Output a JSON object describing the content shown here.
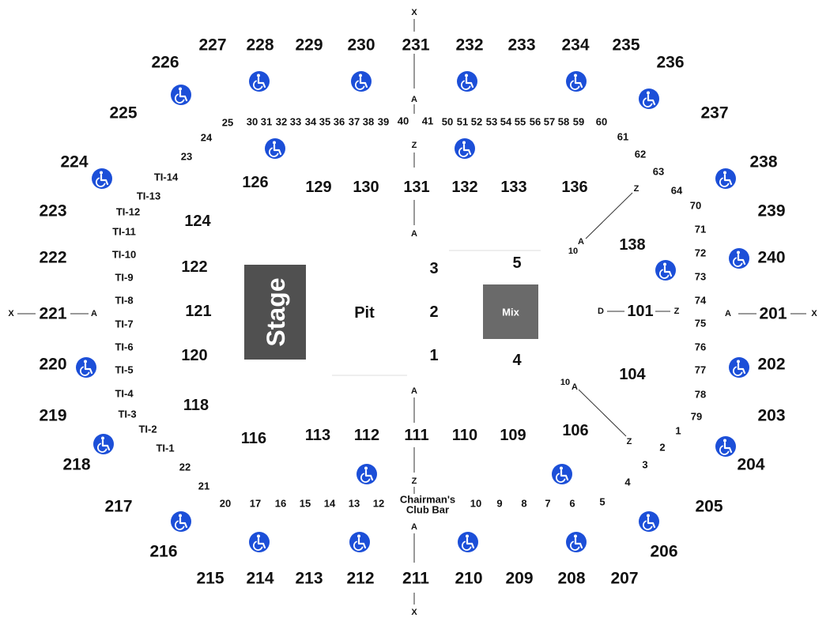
{
  "map": {
    "colors": {
      "stage": "#505050",
      "mix": "#6a6a6a",
      "accessible": "#1c4fd8",
      "text": "#111111"
    },
    "stage": "Stage",
    "pit": "Pit",
    "mix": "Mix",
    "club_bar": [
      "Chairman's",
      "Club Bar"
    ],
    "marker_x": "X",
    "marker_a": "A",
    "marker_z": "Z",
    "marker_d": "D",
    "marker_10": "10",
    "wheelchair_icon": "accessible-seating-icon",
    "upper_sections": [
      "201",
      "202",
      "203",
      "204",
      "205",
      "206",
      "207",
      "208",
      "209",
      "210",
      "211",
      "212",
      "213",
      "214",
      "215",
      "216",
      "217",
      "218",
      "219",
      "220",
      "221",
      "222",
      "223",
      "224",
      "225",
      "226",
      "227",
      "228",
      "229",
      "230",
      "231",
      "232",
      "233",
      "234",
      "235",
      "236",
      "237",
      "238",
      "239",
      "240"
    ],
    "lower_sections": [
      "101",
      "104",
      "106",
      "109",
      "110",
      "111",
      "112",
      "113",
      "116",
      "118",
      "120",
      "121",
      "122",
      "124",
      "126",
      "129",
      "130",
      "131",
      "132",
      "133",
      "136",
      "138"
    ],
    "floor_sections": [
      "1",
      "2",
      "3",
      "4",
      "5"
    ],
    "tiers": [
      "TI-1",
      "TI-2",
      "TI-3",
      "TI-4",
      "TI-5",
      "TI-6",
      "TI-7",
      "TI-8",
      "TI-9",
      "TI-10",
      "TI-11",
      "TI-12",
      "TI-13",
      "TI-14"
    ],
    "rows_top": [
      "23",
      "24",
      "25",
      "30",
      "31",
      "32",
      "33",
      "34",
      "35",
      "36",
      "37",
      "38",
      "39",
      "40",
      "41",
      "50",
      "51",
      "52",
      "53",
      "54",
      "55",
      "56",
      "57",
      "58",
      "59",
      "60",
      "61",
      "62",
      "63",
      "64"
    ],
    "rows_right": [
      "70",
      "71",
      "72",
      "73",
      "74",
      "75",
      "76",
      "77",
      "78",
      "79"
    ],
    "rows_bottom": [
      "1",
      "2",
      "3",
      "4",
      "5",
      "6",
      "7",
      "8",
      "9",
      "10",
      "12",
      "13",
      "14",
      "15",
      "16",
      "17",
      "20",
      "21",
      "22"
    ]
  }
}
